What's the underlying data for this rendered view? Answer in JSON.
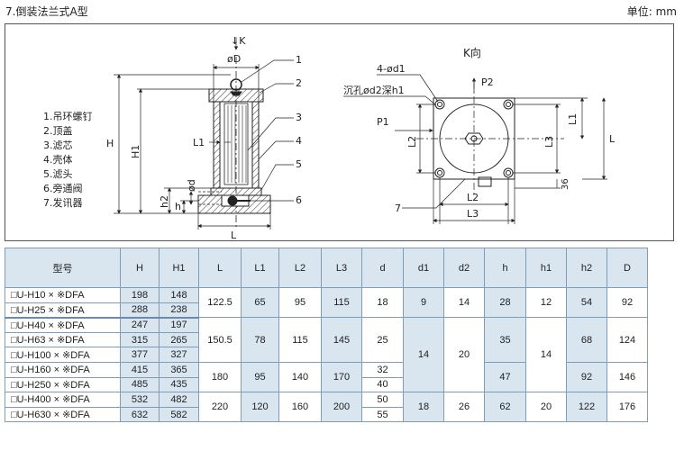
{
  "header": {
    "title": "7.倒装法兰式A型",
    "unit": "单位: mm"
  },
  "drawing": {
    "parts": [
      "1.吊环螺钉",
      "2.顶盖",
      "3.滤芯",
      "4.壳体",
      "5.滤头",
      "6.旁通阀",
      "7.发讯器"
    ],
    "callouts": [
      "1",
      "2",
      "3",
      "4",
      "5",
      "6",
      "7"
    ],
    "dims_front": {
      "k": "↓K",
      "od": "øD",
      "h": "H",
      "h1": "H1",
      "l1": "L1",
      "od2": "ød",
      "h2": "h2",
      "h_small": "h",
      "l": "L"
    },
    "view_title": "K向",
    "dims_side": {
      "d1": "4-ød1",
      "counterbore": "沉孔ød2深h1",
      "p1": "P1",
      "p2": "P2",
      "l1": "L1",
      "l2v": "L2",
      "l3v": "L3",
      "l": "L",
      "l2": "L2",
      "l3": "L3",
      "n36": "36"
    }
  },
  "table": {
    "headers": [
      "型号",
      "H",
      "H1",
      "L",
      "L1",
      "L2",
      "L3",
      "d",
      "d1",
      "d2",
      "h",
      "h1",
      "h2",
      "D"
    ],
    "models": [
      "□U-H10 × ※DFA",
      "□U-H25 × ※DFA",
      "□U-H40 × ※DFA",
      "□U-H63 × ※DFA",
      "□U-H100 × ※DFA",
      "□U-H160 × ※DFA",
      "□U-H250 × ※DFA",
      "□U-H400 × ※DFA",
      "□U-H630 × ※DFA"
    ],
    "H": [
      "198",
      "288",
      "247",
      "315",
      "377",
      "415",
      "485",
      "532",
      "632"
    ],
    "H1": [
      "148",
      "238",
      "197",
      "265",
      "327",
      "365",
      "435",
      "482",
      "582"
    ],
    "L": [
      "122.5",
      "150.5",
      "180",
      "220"
    ],
    "L1": [
      "65",
      "78",
      "95",
      "120"
    ],
    "L2": [
      "95",
      "115",
      "140",
      "160"
    ],
    "L3": [
      "115",
      "145",
      "170",
      "200"
    ],
    "d": [
      "18",
      "25",
      "32",
      "40",
      "50",
      "55"
    ],
    "d1": [
      "9",
      "14",
      "18"
    ],
    "d2": [
      "14",
      "20",
      "26"
    ],
    "h": [
      "28",
      "35",
      "47",
      "62"
    ],
    "h1": [
      "12",
      "14",
      "20"
    ],
    "h2": [
      "54",
      "68",
      "92",
      "122"
    ],
    "D": [
      "92",
      "124",
      "146",
      "176"
    ]
  }
}
